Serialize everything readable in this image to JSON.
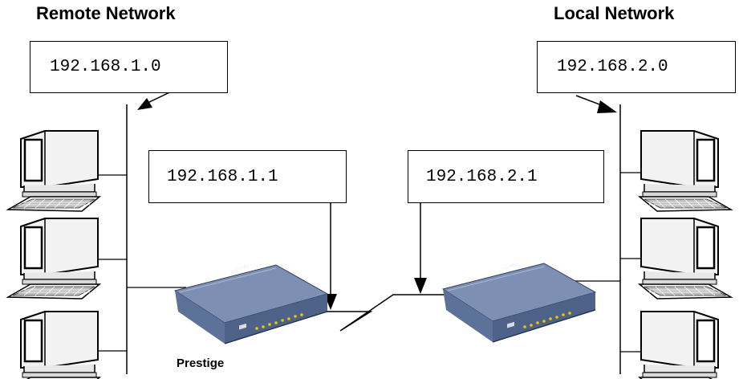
{
  "remote_network": {
    "heading": "Remote Network",
    "subnet": "192.168.1.0",
    "gateway": "192.168.1.1",
    "router_label": "Prestige"
  },
  "local_network": {
    "heading": "Local Network",
    "subnet": "192.168.2.0",
    "gateway": "192.168.2.1"
  },
  "router_brand": "ZyXEL",
  "colors": {
    "router_body": "#5a6f93",
    "router_top": "#7d90b4",
    "router_led": "#f0c400",
    "line": "#000000"
  }
}
